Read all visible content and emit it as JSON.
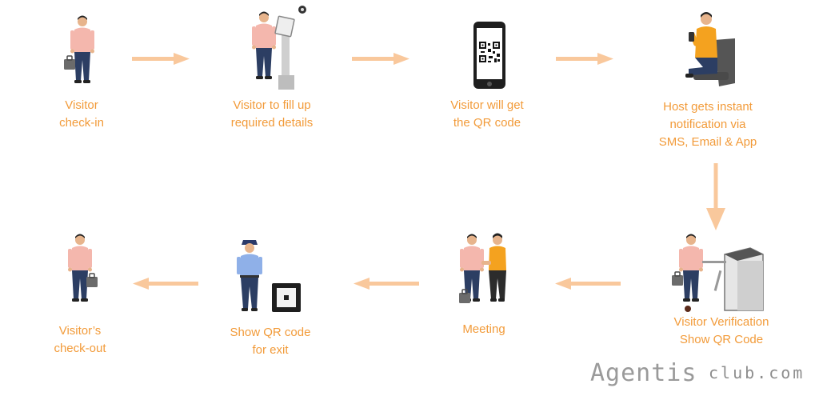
{
  "steps": [
    {
      "id": "checkin",
      "line1": "Visitor",
      "line2": "check-in"
    },
    {
      "id": "fill",
      "line1": "Visitor to fill up",
      "line2": "required details"
    },
    {
      "id": "qr",
      "line1": "Visitor will get",
      "line2": "the QR code"
    },
    {
      "id": "host",
      "line1": "Host gets instant",
      "line2": "notification via",
      "line3": "SMS, Email & App"
    },
    {
      "id": "verify",
      "line1": "Visitor Verification",
      "line2": "Show QR Code"
    },
    {
      "id": "meeting",
      "line1": "Meeting"
    },
    {
      "id": "exit",
      "line1": "Show QR code",
      "line2": "for exit"
    },
    {
      "id": "checkout",
      "line1": "Visitor’s",
      "line2": "check-out"
    }
  ],
  "logo": {
    "text": "Agentis",
    "suffix": "club.com"
  },
  "colors": {
    "accent": "#f29b3a",
    "arrow": "#f9c89c",
    "text_gray": "#9a9a9a"
  },
  "icons": [
    "visitor-with-briefcase-icon",
    "kiosk-icon",
    "smartphone-qr-icon",
    "host-in-chair-icon",
    "turnstile-icon",
    "handshake-icon",
    "security-guard-icon",
    "qr-scanner-icon"
  ]
}
